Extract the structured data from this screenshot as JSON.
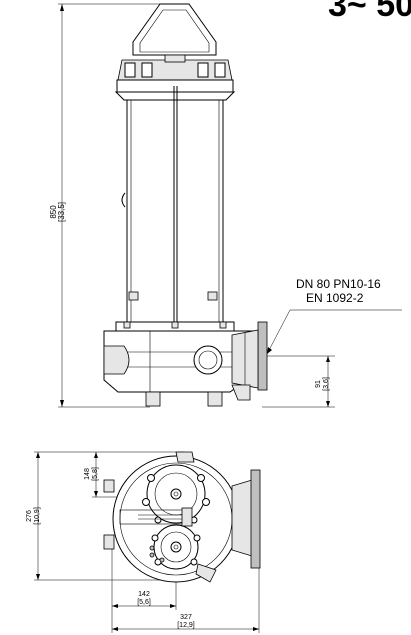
{
  "heading": "3~ 50",
  "callout": {
    "line1": "DN 80 PN10-16",
    "line2": "EN 1092-2"
  },
  "dimensions": {
    "height": {
      "mm": "850",
      "inch": "[33,5]"
    },
    "outlet": {
      "mm": "91",
      "inch": "[3,6]"
    },
    "depth_upper": {
      "mm": "148",
      "inch": "[5,8]"
    },
    "depth_total": {
      "mm": "276",
      "inch": "[10,9]"
    },
    "width_center": {
      "mm": "142",
      "inch": "[5,6]"
    },
    "width_total": {
      "mm": "327",
      "inch": "[12,9]"
    }
  }
}
